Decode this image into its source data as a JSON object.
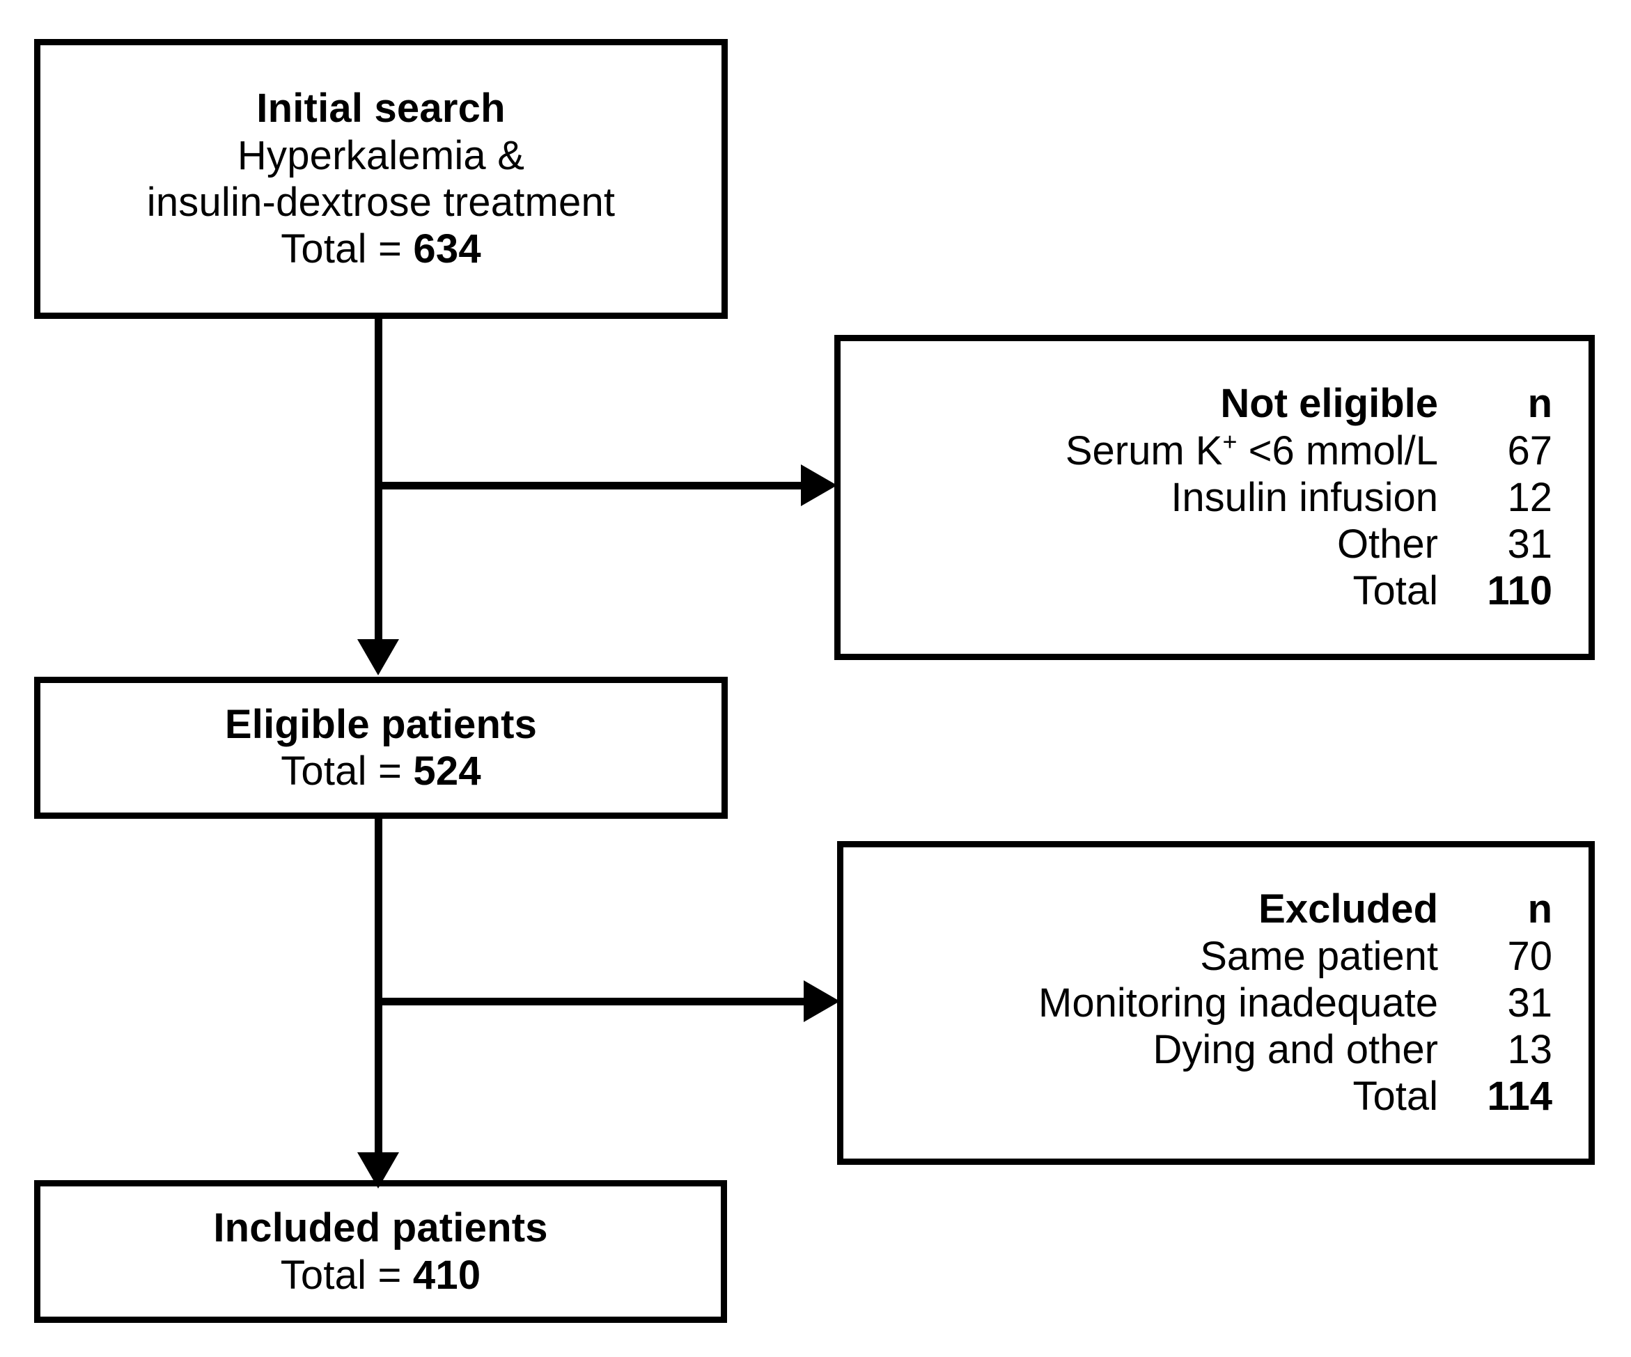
{
  "diagram": {
    "title": "Patient selection flow",
    "colors": {
      "stroke": "#000000",
      "background": "#ffffff",
      "text": "#000000"
    },
    "nodes": {
      "initial_search": {
        "heading": "Initial search",
        "line2": "Hyperkalemia &",
        "line3": "insulin-dextrose treatment",
        "total_label": "Total = ",
        "total_value": "634"
      },
      "not_eligible": {
        "heading": "Not eligible",
        "count_header": "n",
        "rows": [
          {
            "label": "Serum K",
            "label_sup": "+",
            "label_tail": " <6 mmol/L",
            "value": "67"
          },
          {
            "label": "Insulin infusion",
            "value": "12"
          },
          {
            "label": "Other",
            "value": "31"
          }
        ],
        "total_label": "Total",
        "total_value": "110"
      },
      "eligible_patients": {
        "heading": "Eligible patients",
        "total_label": "Total = ",
        "total_value": "524"
      },
      "excluded": {
        "heading": "Excluded",
        "count_header": "n",
        "rows": [
          {
            "label": "Same patient",
            "value": "70"
          },
          {
            "label": "Monitoring inadequate",
            "value": "31"
          },
          {
            "label": "Dying and other",
            "value": "13"
          }
        ],
        "total_label": "Total",
        "total_value": "114"
      },
      "included_patients": {
        "heading": "Included patients",
        "total_label": "Total = ",
        "total_value": "410"
      }
    },
    "flow": {
      "initial_to_eligible": "634 screened flow down to eligible",
      "initial_to_not_eligible": "110 not eligible branch right",
      "eligible_to_included": "524 eligible flow down to included",
      "eligible_to_excluded": "114 excluded branch right"
    }
  },
  "chart_data": {
    "type": "table",
    "title": "Patient selection flow diagram",
    "stages": [
      {
        "name": "Initial search",
        "detail": "Hyperkalemia & insulin-dextrose treatment",
        "total": 634
      },
      {
        "name": "Not eligible",
        "total": 110,
        "breakdown": [
          {
            "reason": "Serum K+ <6 mmol/L",
            "n": 67
          },
          {
            "reason": "Insulin infusion",
            "n": 12
          },
          {
            "reason": "Other",
            "n": 31
          }
        ]
      },
      {
        "name": "Eligible patients",
        "total": 524
      },
      {
        "name": "Excluded",
        "total": 114,
        "breakdown": [
          {
            "reason": "Same patient",
            "n": 70
          },
          {
            "reason": "Monitoring inadequate",
            "n": 31
          },
          {
            "reason": "Dying and other",
            "n": 13
          }
        ]
      },
      {
        "name": "Included patients",
        "total": 410
      }
    ]
  }
}
